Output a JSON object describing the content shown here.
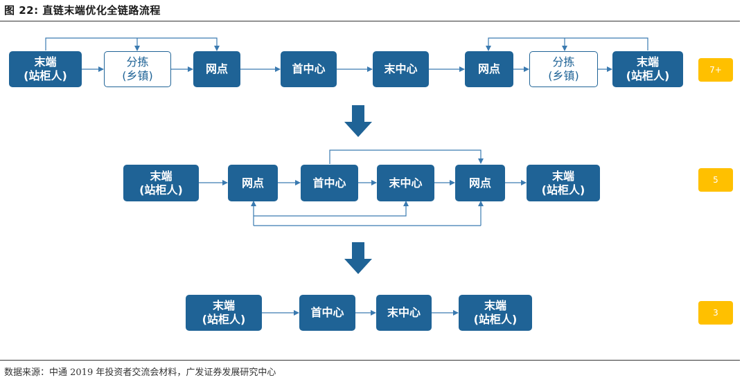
{
  "title": "图 22: 直链末端优化全链路流程",
  "source": "数据来源：中通 2019 年投资者交流会材料，广发证券发展研究中心",
  "colors": {
    "node": "#1f6396",
    "badge": "#ffc000",
    "line": "#3a7ab0"
  },
  "row1": {
    "nodes": [
      "末端\n(站柜人)",
      "分拣\n(乡镇)",
      "网点",
      "首中心",
      "末中心",
      "网点",
      "分拣\n(乡镇)",
      "末端\n(站柜人)"
    ],
    "badge": "7+"
  },
  "row2": {
    "nodes": [
      "末端\n(站柜人)",
      "网点",
      "首中心",
      "末中心",
      "网点",
      "末端\n(站柜人)"
    ],
    "badge": "5"
  },
  "row3": {
    "nodes": [
      "末端\n(站柜人)",
      "首中心",
      "末中心",
      "末端\n(站柜人)"
    ],
    "badge": "3"
  },
  "icons": {
    "step_arrow": "down-arrow-icon"
  }
}
